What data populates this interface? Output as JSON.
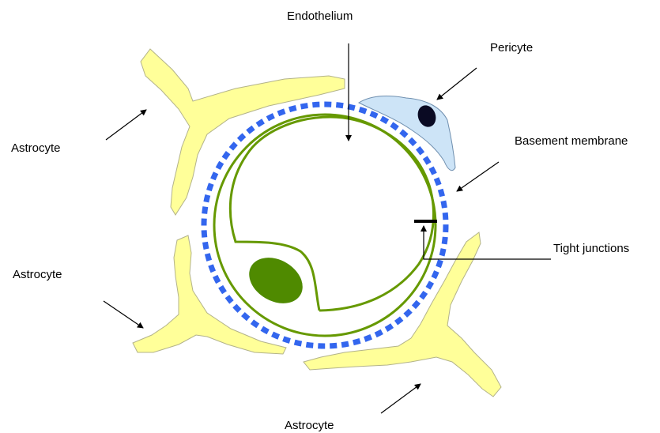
{
  "labels": {
    "endothelium": "Endothelium",
    "pericyte": "Pericyte",
    "basement_membrane": "Basement membrane",
    "tight_junctions": "Tight junctions",
    "astrocyte_upper_left": "Astrocyte",
    "astrocyte_lower_left": "Astrocyte",
    "astrocyte_bottom": "Astrocyte"
  },
  "colors": {
    "astrocyte_fill": "#ffff99",
    "astrocyte_stroke": "#b3b38a",
    "basement_membrane": "#3366ee",
    "endothelium": "#669900",
    "nucleus": "#4f8a00",
    "pericyte_fill": "#cde4f7",
    "pericyte_stroke": "#6f8faf",
    "pericyte_nucleus": "#0a0a23",
    "tight_junction": "#000000",
    "arrow": "#000000"
  }
}
